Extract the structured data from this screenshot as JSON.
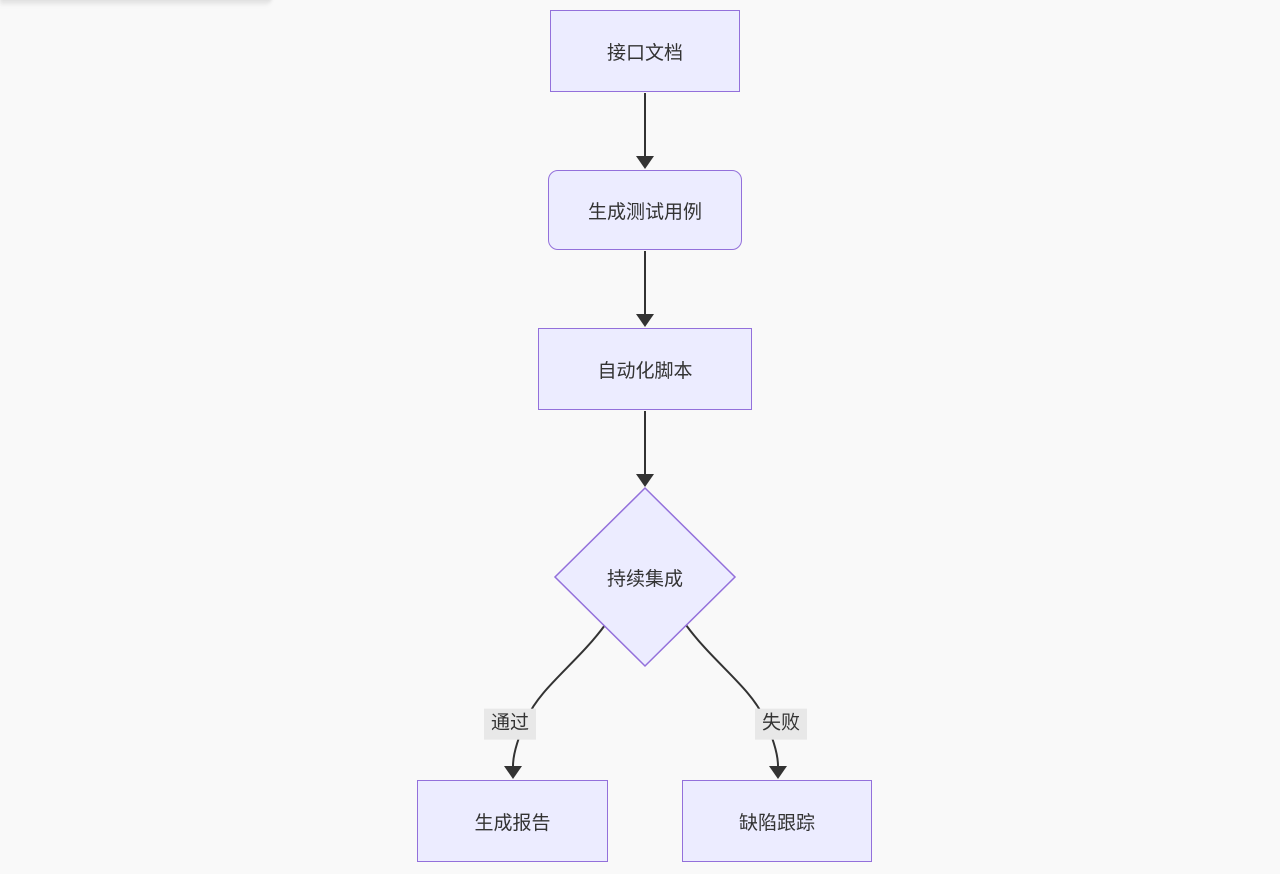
{
  "canvas": {
    "background": "#f9f9f9"
  },
  "diagram": {
    "type": "flowchart",
    "direction": "top-down",
    "nodes": [
      {
        "id": "A",
        "label": "接口文档",
        "shape": "rectangle"
      },
      {
        "id": "B",
        "label": "生成测试用例",
        "shape": "rounded-rectangle"
      },
      {
        "id": "C",
        "label": "自动化脚本",
        "shape": "rectangle"
      },
      {
        "id": "D",
        "label": "持续集成",
        "shape": "diamond"
      },
      {
        "id": "E",
        "label": "生成报告",
        "shape": "rectangle"
      },
      {
        "id": "F",
        "label": "缺陷跟踪",
        "shape": "rectangle"
      }
    ],
    "edges": [
      {
        "from": "A",
        "to": "B",
        "label": ""
      },
      {
        "from": "B",
        "to": "C",
        "label": ""
      },
      {
        "from": "C",
        "to": "D",
        "label": ""
      },
      {
        "from": "D",
        "to": "E",
        "label": "通过"
      },
      {
        "from": "D",
        "to": "F",
        "label": "失败"
      }
    ],
    "colors": {
      "node_fill": "#ECECFF",
      "node_border": "#9370DB",
      "edge_stroke": "#333333",
      "text": "#333333",
      "edge_label_bg": "#e8e8e8"
    }
  }
}
